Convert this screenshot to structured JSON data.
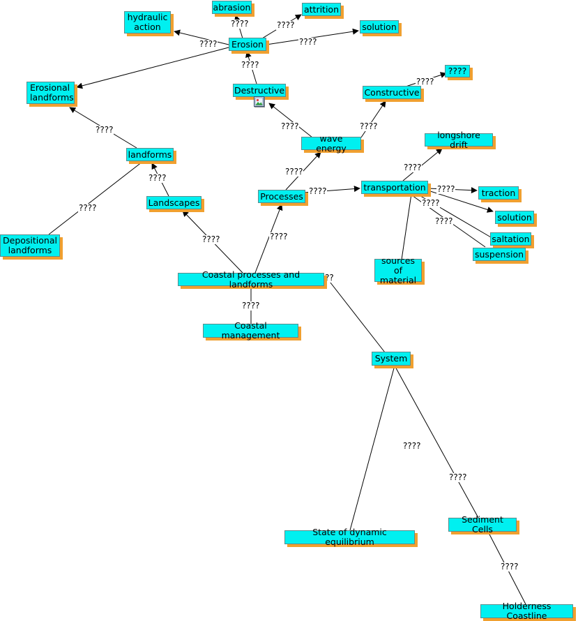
{
  "nodes": {
    "hydraulic_action": "hydraulic\naction",
    "abrasion": "abrasion",
    "attrition": "attrition",
    "solution_top": "solution",
    "erosion": "Erosion",
    "erosional_landforms": "Erosional\nlandforms",
    "destructive": "Destructive",
    "constructive": "Constructive",
    "unknown_node": "????",
    "wave_energy": "wave energy",
    "longshore_drift": "longshore drift",
    "landforms": "landforms",
    "transportation": "transportation",
    "traction": "traction",
    "landscapes": "Landscapes",
    "processes": "Processes",
    "solution_right": "solution",
    "saltation": "saltation",
    "suspension": "suspension",
    "depositional_landforms": "Depositional\nlandforms",
    "sources_of_material": "sources of\nmaterial",
    "coastal_processes": "Coastal processes and landforms",
    "coastal_management": "Coastal management",
    "system": "System",
    "dynamic_equilibrium": "State of dynamic equilibrium",
    "sediment_cells": "Sediment Cells",
    "holderness": "Holderness Coastline"
  },
  "link_labels": {
    "erosion_hydraulic": "????",
    "erosion_abrasion": "????",
    "erosion_attrition": "????",
    "erosion_solution": "????",
    "erosion_erosional": "",
    "destructive_erosion": "????",
    "constructive_unknown": "????",
    "wave_destructive": "????",
    "wave_constructive": "????",
    "landforms_erosional": "????",
    "processes_wave": "????",
    "transport_longshore": "????",
    "landscapes_landforms": "????",
    "landforms_depositional": "????",
    "processes_transport": "????",
    "transport_traction": "????",
    "transport_solution": "????",
    "transport_saltation": "????",
    "transport_suspension": "????",
    "coastal_landscapes": "????",
    "coastal_processes_link": "????",
    "coastal_management_link": "????",
    "coastal_system": "??",
    "system_equilibrium": "????",
    "system_sediment": "????",
    "sediment_holderness": "????"
  },
  "icons": {
    "destructive_attachment": "image-icon"
  },
  "colors": {
    "node_fill": "#00f0f0",
    "node_shadow": "#f0a030",
    "node_border": "#5c8c8c",
    "line": "#000000"
  }
}
